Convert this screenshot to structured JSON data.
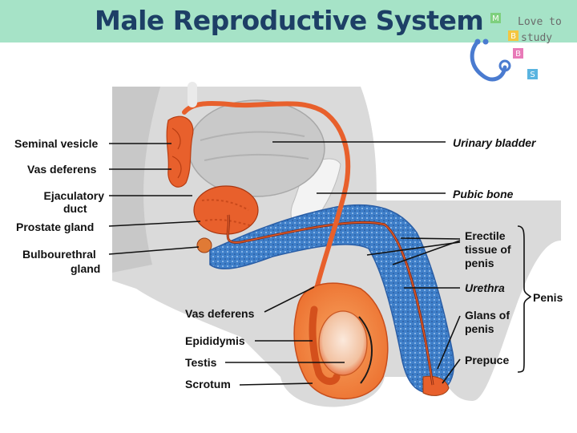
{
  "header": {
    "title": "Male Reproductive System",
    "logo": {
      "line1": "Love to",
      "line2": "study",
      "tiles": [
        "M",
        "B",
        "B",
        "S"
      ]
    }
  },
  "labels_left": {
    "seminal_vesicle": "Seminal vesicle",
    "vas_deferens": "Vas deferens",
    "ejaculatory_line1": "Ejaculatory",
    "ejaculatory_line2": "duct",
    "prostate_gland": "Prostate gland",
    "bulbourethral_line1": "Bulbourethral",
    "bulbourethral_line2": "gland"
  },
  "labels_bottom": {
    "vas_deferens": "Vas deferens",
    "epididymis": "Epididymis",
    "testis": "Testis",
    "scrotum": "Scrotum"
  },
  "labels_right": {
    "urinary_bladder": "Urinary bladder",
    "pubic_bone": "Pubic bone",
    "erectile_line1": "Erectile",
    "erectile_line2": "tissue of",
    "erectile_line3": "penis",
    "urethra": "Urethra",
    "glans_line1": "Glans of",
    "glans_line2": "penis",
    "prepuce": "Prepuce",
    "penis": "Penis"
  },
  "colors": {
    "header_bg": "#a6e3c7",
    "title": "#1d3f66",
    "organ_orange": "#e8602c",
    "erectile_blue": "#3f7fc9",
    "tissue_gray": "#dadada"
  }
}
